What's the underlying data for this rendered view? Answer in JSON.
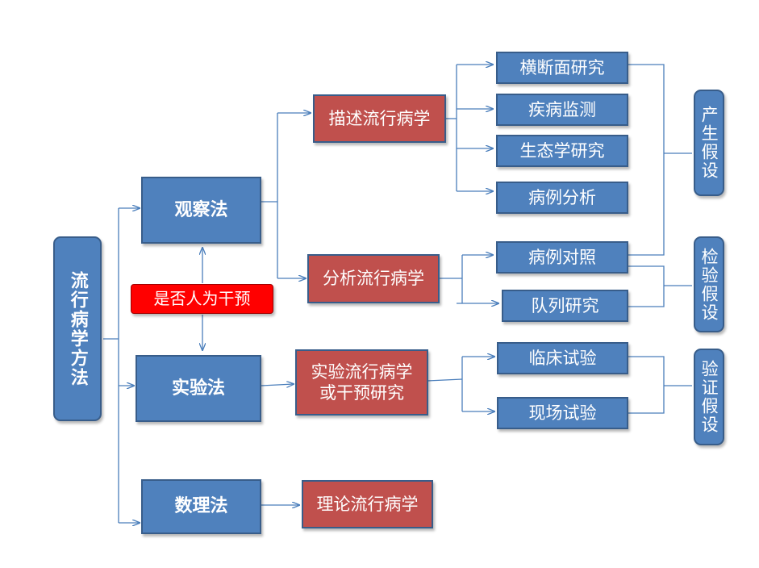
{
  "root": {
    "label": "流行病学方法"
  },
  "methods": {
    "observation": "观察法",
    "experiment": "实验法",
    "mathematical": "数理法"
  },
  "intervention_question": "是否人为干预",
  "branches": {
    "descriptive": "描述流行病学",
    "analytical": "分析流行病学",
    "experimental": "实验流行病学\n或干预研究",
    "theoretical": "理论流行病学"
  },
  "study_types": {
    "cross_sectional": "横断面研究",
    "surveillance": "疾病监测",
    "ecological": "生态学研究",
    "case_analysis": "病例分析",
    "case_control": "病例对照",
    "cohort": "队列研究",
    "clinical_trial": "临床试验",
    "field_trial": "现场试验"
  },
  "outcomes": {
    "generate": "产生假设",
    "test": "检验假设",
    "verify": "验证假设"
  },
  "colors": {
    "blue_box": "#4f81bd",
    "red_box": "#c0504d",
    "border": "#385d8a",
    "connector": "#4a7ebb",
    "alert": "#ff0000"
  }
}
